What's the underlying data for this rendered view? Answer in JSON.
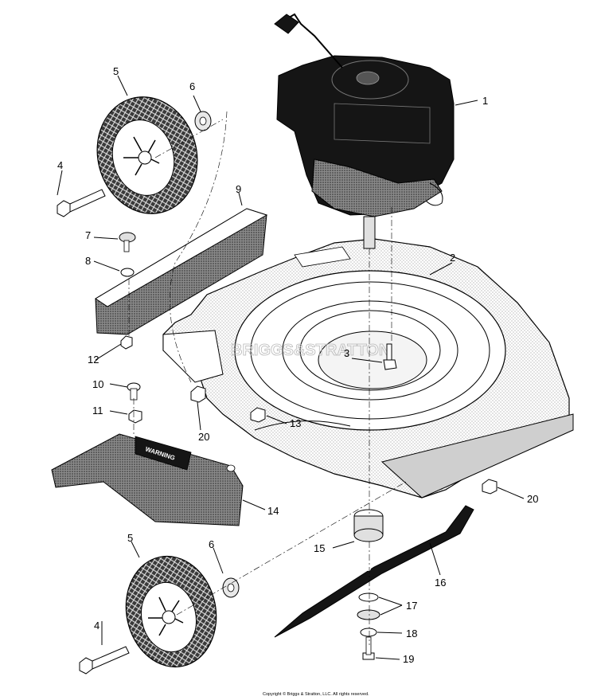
{
  "callouts": [
    {
      "id": "1",
      "text": "1"
    },
    {
      "id": "2",
      "text": "2"
    },
    {
      "id": "3",
      "text": "3"
    },
    {
      "id": "4a",
      "text": "4"
    },
    {
      "id": "4b",
      "text": "4"
    },
    {
      "id": "5a",
      "text": "5"
    },
    {
      "id": "5b",
      "text": "5"
    },
    {
      "id": "6a",
      "text": "6"
    },
    {
      "id": "6b",
      "text": "6"
    },
    {
      "id": "7",
      "text": "7"
    },
    {
      "id": "8",
      "text": "8"
    },
    {
      "id": "9",
      "text": "9"
    },
    {
      "id": "10",
      "text": "10"
    },
    {
      "id": "11",
      "text": "11"
    },
    {
      "id": "12",
      "text": "12"
    },
    {
      "id": "13",
      "text": "13"
    },
    {
      "id": "14",
      "text": "14"
    },
    {
      "id": "15",
      "text": "15"
    },
    {
      "id": "16",
      "text": "16"
    },
    {
      "id": "17",
      "text": "17"
    },
    {
      "id": "18",
      "text": "18"
    },
    {
      "id": "19",
      "text": "19"
    },
    {
      "id": "20a",
      "text": "20"
    },
    {
      "id": "20b",
      "text": "20"
    }
  ],
  "watermark": "BRIGGS&STRATTON",
  "warning_label": "WARNING",
  "copyright": "Copyright © Briggs & Stratton, LLC. All rights reserved."
}
